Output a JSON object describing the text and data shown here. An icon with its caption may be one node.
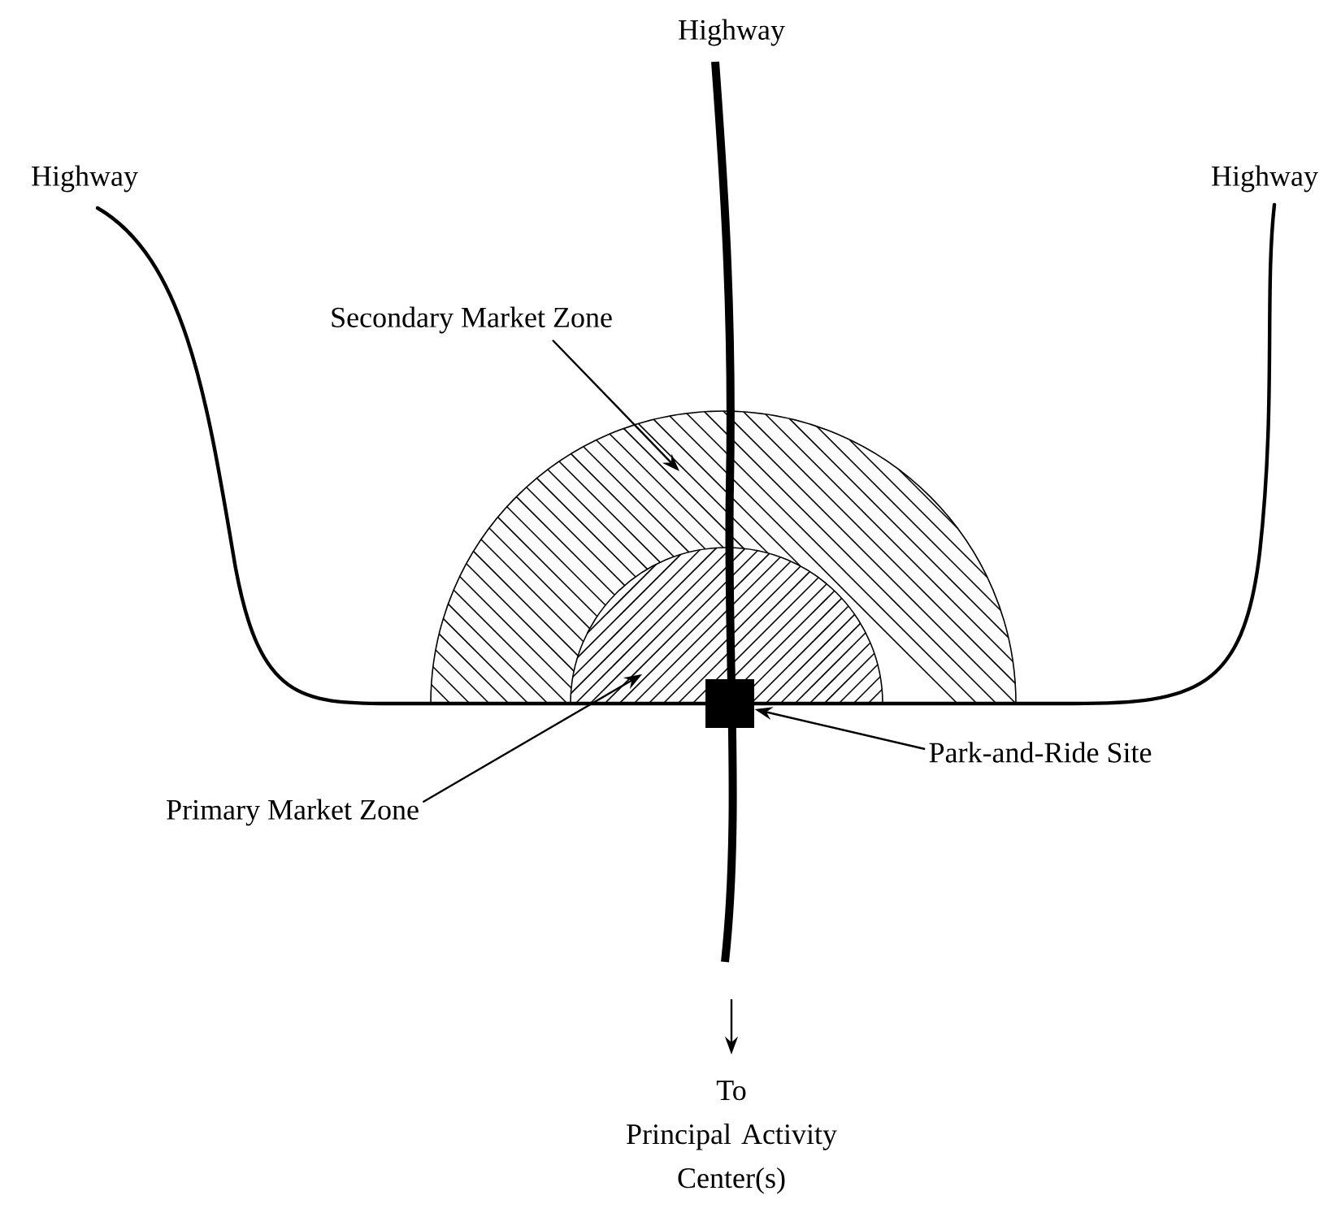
{
  "diagram": {
    "nodes": [
      {
        "text": [
          "Highway"
        ]
      },
      {
        "text": [
          "Highway"
        ]
      },
      {
        "text": [
          "Highway"
        ]
      },
      {
        "text": [
          "Secondary Market Zone"
        ]
      },
      {
        "text": [],
        "shape": "semicircle"
      },
      {
        "text": [],
        "shape": "semicircle",
        "in": 4
      },
      {
        "text": [],
        "shape": "box"
      },
      {
        "text": [
          "Primary Market Zone"
        ]
      },
      {
        "text": [
          "Park-and-Ride Site"
        ]
      },
      {
        "text": [
          "To Principal Activity Center(s)"
        ]
      }
    ],
    "edges": [
      {
        "from": 3,
        "to": 4,
        "arrow": "to"
      },
      {
        "from": 7,
        "to": 5,
        "arrow": "to"
      },
      {
        "from": 8,
        "to": 6,
        "arrow": "to"
      },
      {
        "from": null,
        "to": 9,
        "arrow": "to"
      }
    ]
  }
}
